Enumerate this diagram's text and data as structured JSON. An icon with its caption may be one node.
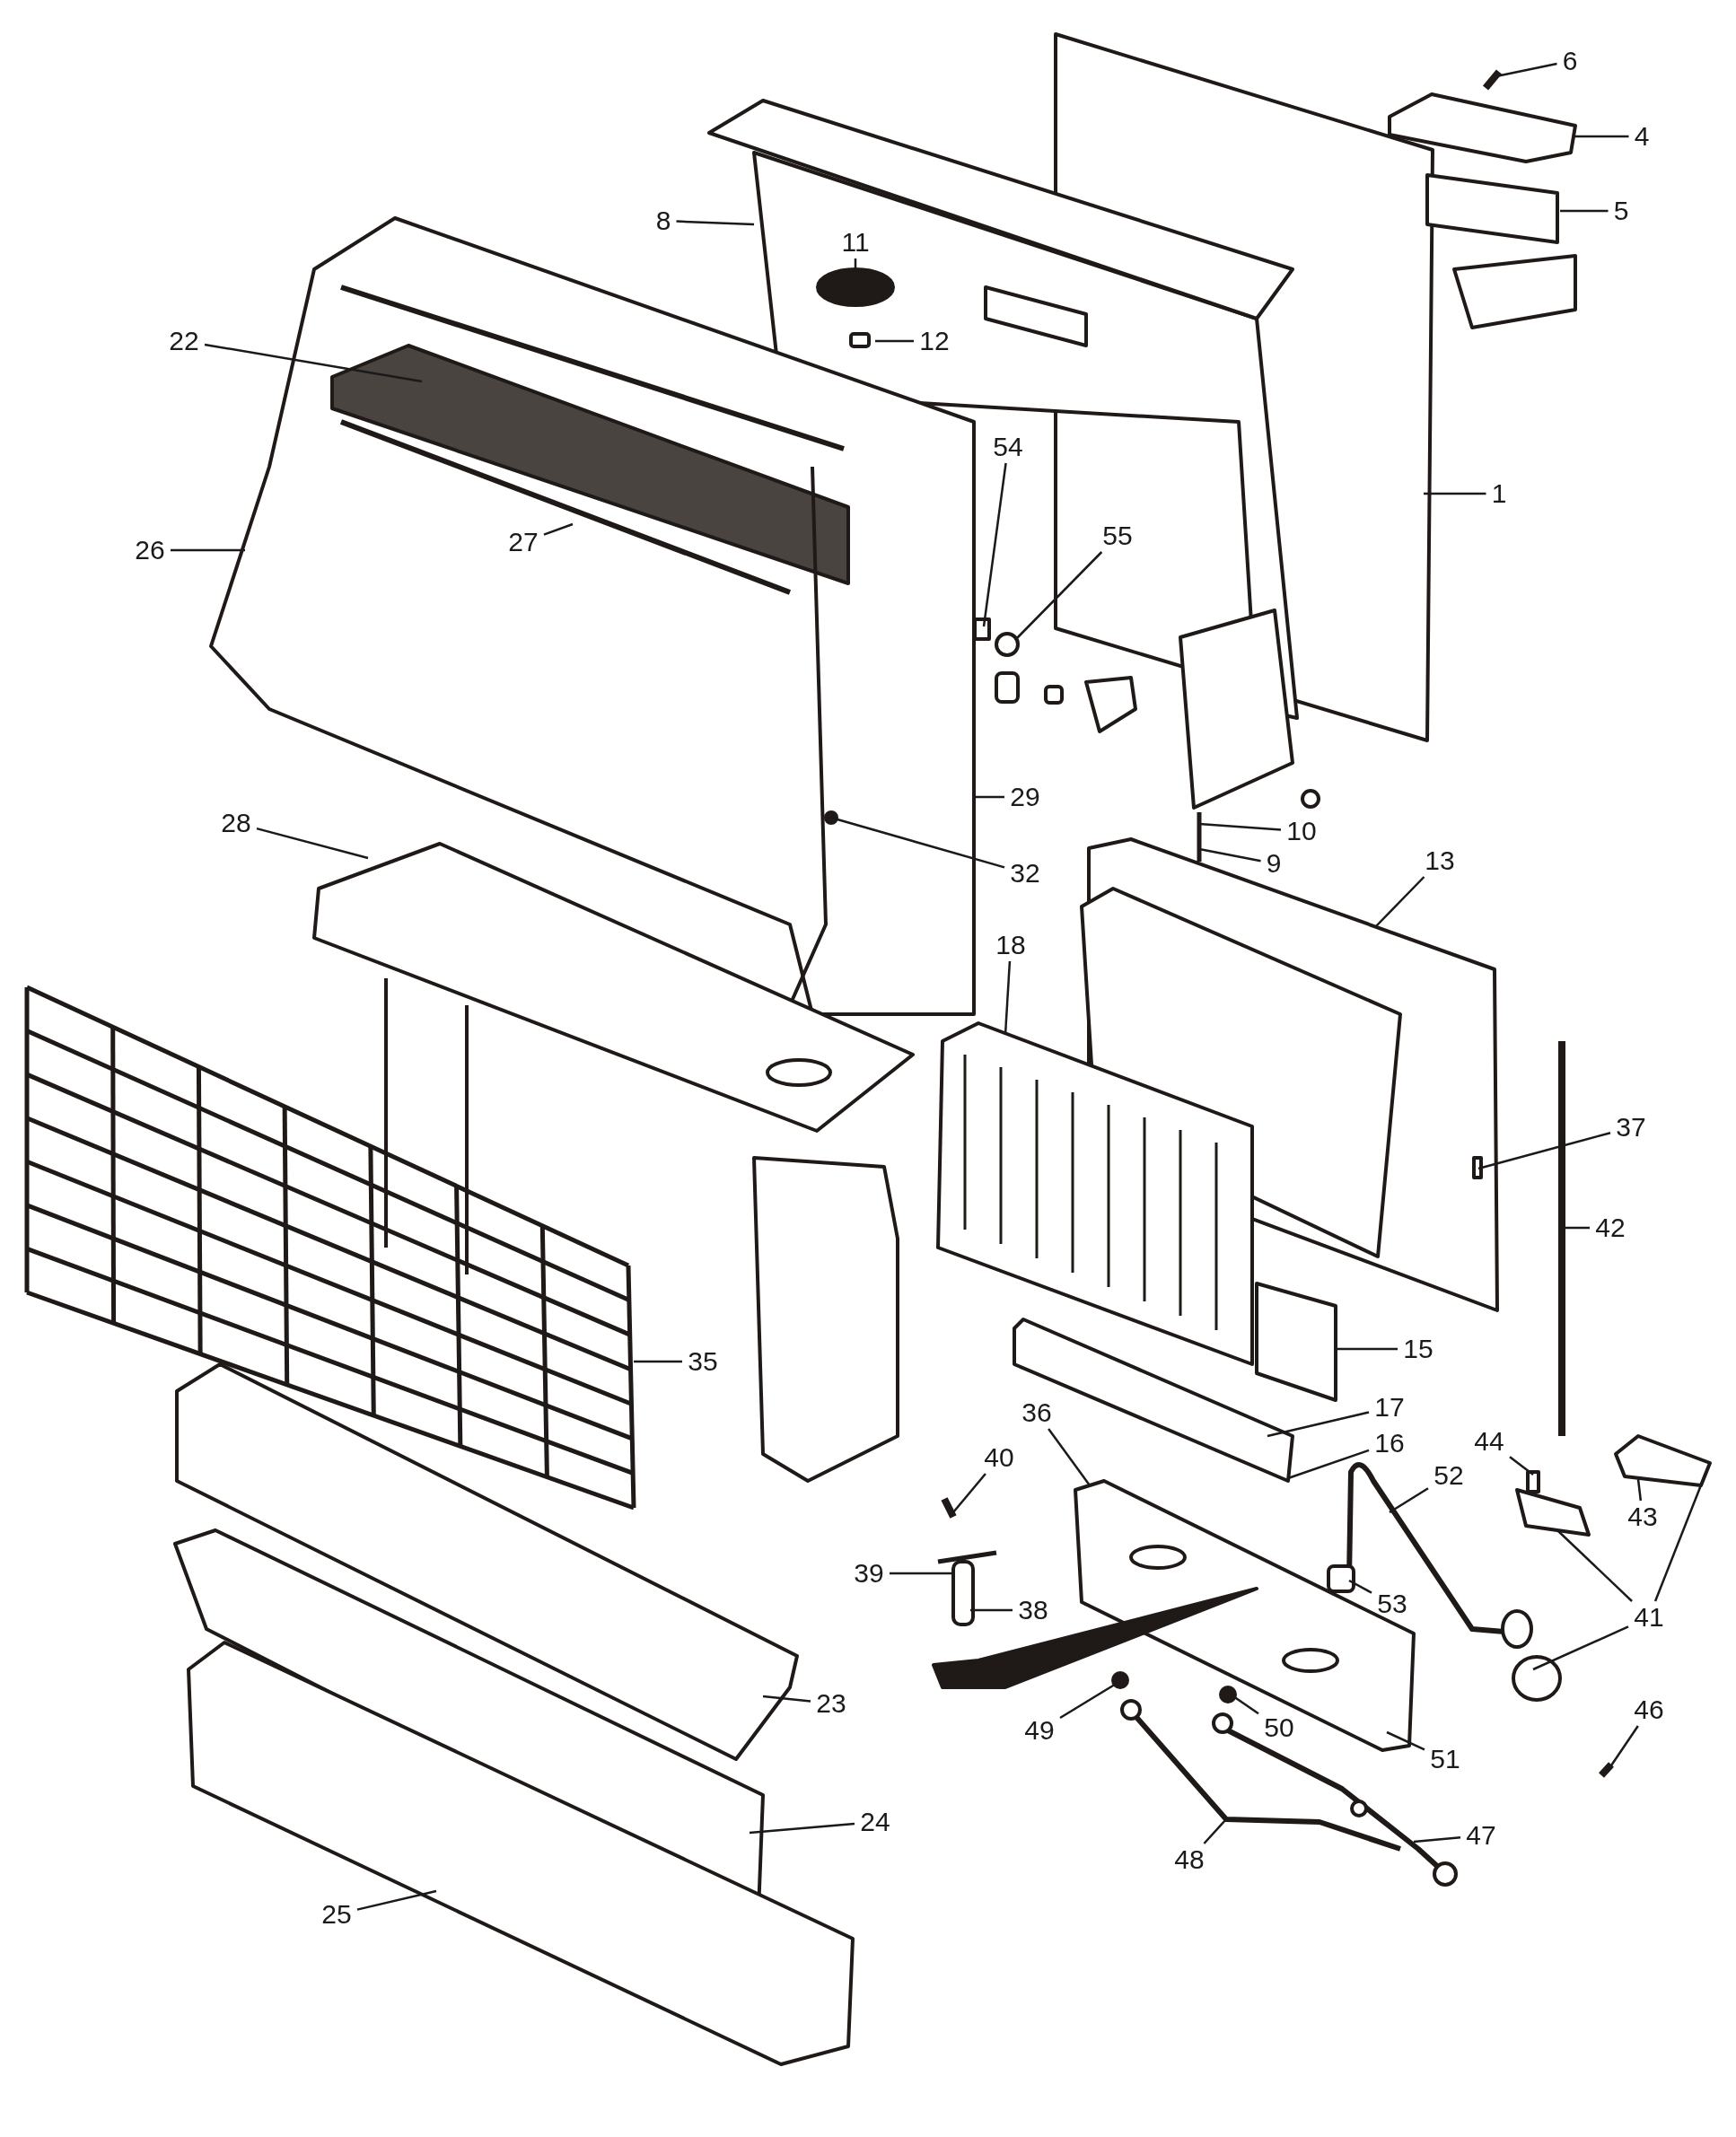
{
  "diagram": {
    "nodes": [
      {
        "text": [
          "6"
        ]
      },
      {
        "text": [
          "4"
        ]
      },
      {
        "text": [
          "5"
        ]
      },
      {
        "text": [
          "8"
        ]
      },
      {
        "text": [
          "11"
        ]
      },
      {
        "text": [
          "12"
        ]
      },
      {
        "text": [
          "22"
        ]
      },
      {
        "text": [
          "54"
        ]
      },
      {
        "text": [
          "1"
        ]
      },
      {
        "text": [
          "55"
        ]
      },
      {
        "text": [
          "27"
        ]
      },
      {
        "text": [
          "26"
        ]
      },
      {
        "text": [
          "29"
        ]
      },
      {
        "text": [
          "28"
        ]
      },
      {
        "text": [
          "10"
        ]
      },
      {
        "text": [
          "13"
        ]
      },
      {
        "text": [
          "9"
        ]
      },
      {
        "text": [
          "32"
        ]
      },
      {
        "text": [
          "18"
        ]
      },
      {
        "text": [
          "37"
        ]
      },
      {
        "text": [
          "42"
        ]
      },
      {
        "text": [
          "35"
        ]
      },
      {
        "text": [
          "15"
        ]
      },
      {
        "text": [
          "17"
        ]
      },
      {
        "text": [
          "36"
        ]
      },
      {
        "text": [
          "16"
        ]
      },
      {
        "text": [
          "44"
        ]
      },
      {
        "text": [
          "40"
        ]
      },
      {
        "text": [
          "52"
        ]
      },
      {
        "text": [
          "43"
        ]
      },
      {
        "text": [
          "39"
        ]
      },
      {
        "text": [
          "53"
        ]
      },
      {
        "text": [
          "38"
        ]
      },
      {
        "text": [
          "41"
        ]
      },
      {
        "text": [
          "23"
        ]
      },
      {
        "text": [
          "50"
        ]
      },
      {
        "text": [
          "49"
        ]
      },
      {
        "text": [
          "46"
        ]
      },
      {
        "text": [
          "51"
        ]
      },
      {
        "text": [
          "47"
        ]
      },
      {
        "text": [
          "24"
        ]
      },
      {
        "text": [
          "48"
        ]
      },
      {
        "text": [
          "25"
        ]
      }
    ],
    "edges": [
      {
        "from": 0,
        "to": null,
        "arrow": "none"
      },
      {
        "from": 1,
        "to": null,
        "arrow": "none"
      },
      {
        "from": 2,
        "to": null,
        "arrow": "none"
      },
      {
        "from": 3,
        "to": null,
        "arrow": "none"
      },
      {
        "from": 4,
        "to": null,
        "arrow": "none"
      },
      {
        "from": 5,
        "to": null,
        "arrow": "none"
      },
      {
        "from": 6,
        "to": null,
        "arrow": "none"
      },
      {
        "from": 7,
        "to": null,
        "arrow": "none"
      },
      {
        "from": 8,
        "to": null,
        "arrow": "none"
      },
      {
        "from": 9,
        "to": null,
        "arrow": "none"
      },
      {
        "from": 10,
        "to": null,
        "arrow": "none"
      },
      {
        "from": 11,
        "to": null,
        "arrow": "none"
      },
      {
        "from": 12,
        "to": null,
        "arrow": "none"
      },
      {
        "from": 13,
        "to": null,
        "arrow": "none"
      },
      {
        "from": 14,
        "to": null,
        "arrow": "none"
      },
      {
        "from": 15,
        "to": null,
        "arrow": "none"
      },
      {
        "from": 16,
        "to": null,
        "arrow": "none"
      },
      {
        "from": 17,
        "to": null,
        "arrow": "none"
      },
      {
        "from": 18,
        "to": null,
        "arrow": "none"
      },
      {
        "from": 19,
        "to": null,
        "arrow": "none"
      },
      {
        "from": 20,
        "to": null,
        "arrow": "none"
      },
      {
        "from": 21,
        "to": null,
        "arrow": "none"
      },
      {
        "from": 22,
        "to": null,
        "arrow": "none"
      },
      {
        "from": 23,
        "to": null,
        "arrow": "none"
      },
      {
        "from": 24,
        "to": null,
        "arrow": "none"
      },
      {
        "from": 25,
        "to": null,
        "arrow": "none"
      },
      {
        "from": 26,
        "to": null,
        "arrow": "none"
      },
      {
        "from": 27,
        "to": null,
        "arrow": "none"
      },
      {
        "from": 28,
        "to": null,
        "arrow": "none"
      },
      {
        "from": 29,
        "to": null,
        "arrow": "none"
      },
      {
        "from": 30,
        "to": null,
        "arrow": "none"
      },
      {
        "from": 31,
        "to": null,
        "arrow": "none"
      },
      {
        "from": 32,
        "to": null,
        "arrow": "none"
      },
      {
        "from": 33,
        "to": null,
        "arrow": "none"
      },
      {
        "from": 33,
        "to": null,
        "arrow": "none"
      },
      {
        "from": 33,
        "to": null,
        "arrow": "none"
      },
      {
        "from": 34,
        "to": null,
        "arrow": "none"
      },
      {
        "from": 35,
        "to": null,
        "arrow": "none"
      },
      {
        "from": 36,
        "to": null,
        "arrow": "none"
      },
      {
        "from": 37,
        "to": null,
        "arrow": "none"
      },
      {
        "from": 38,
        "to": null,
        "arrow": "none"
      },
      {
        "from": 39,
        "to": null,
        "arrow": "none"
      },
      {
        "from": 40,
        "to": null,
        "arrow": "none"
      },
      {
        "from": 41,
        "to": null,
        "arrow": "none"
      },
      {
        "from": 42,
        "to": null,
        "arrow": "none"
      }
    ]
  }
}
